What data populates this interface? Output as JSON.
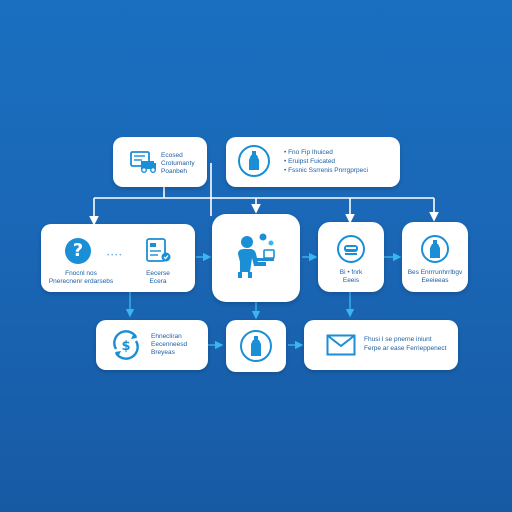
{
  "colors": {
    "background_top": "#1a6fc0",
    "background_bottom": "#175aa4",
    "node_fill": "#ffffff",
    "icon_blue": "#1a8fd6",
    "text_blue": "#1d5fa3",
    "connector": "#ffffff",
    "arrow_cyan": "#39b6ee"
  },
  "nodes": {
    "report": {
      "icon": "truck-document-icon",
      "lines": [
        "Ecosed",
        "Crotumanty",
        "Poanbeh"
      ]
    },
    "summary": {
      "icon": "bottle-icon",
      "lines": [
        "• Fno Fip Ihuiced",
        "• Eruipst Fuicated",
        "• Fssnic Ssrrenis Pnrrgprpeci"
      ]
    },
    "question": {
      "icon": "question-mark-icon",
      "lines": [
        "Fnocnl nos",
        "Pnerecnenr erdarsebs"
      ],
      "dots": "• • • •"
    },
    "checklist": {
      "icon": "checklist-icon",
      "lines": [
        "Eecerse",
        "Ecera"
      ]
    },
    "agent": {
      "icon": "person-at-desk-icon"
    },
    "lab": {
      "icon": "microscope-icon",
      "lines": [
        "Bi • fnrk",
        "Eeeis"
      ]
    },
    "product": {
      "icon": "bottle-icon",
      "lines": [
        "Bes Enrrrunhrrlbgv",
        "Eeeieeas"
      ]
    },
    "payment": {
      "icon": "dollar-cycle-icon",
      "lines": [
        "Ehnecliran",
        "Eecenneesd",
        "Breyeas"
      ]
    },
    "medicine": {
      "icon": "pill-bottle-icon"
    },
    "message": {
      "icon": "envelope-icon",
      "lines": [
        "Fhusi I se pnerne iniunt",
        "Ferpe ar ease Ferrieppenect"
      ]
    }
  }
}
